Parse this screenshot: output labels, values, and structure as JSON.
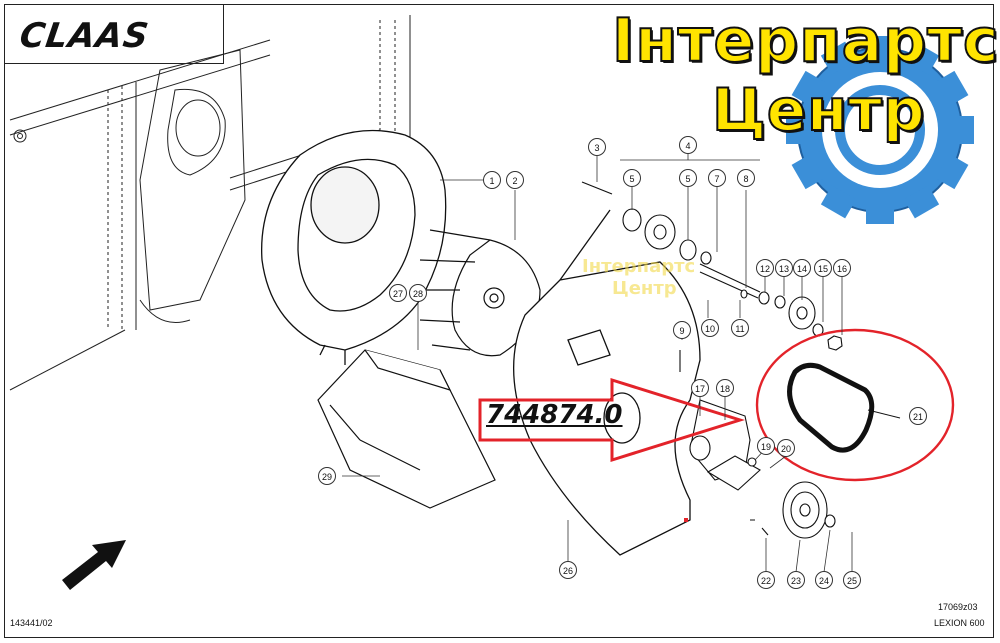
{
  "brand": "CLAAS",
  "watermark": {
    "line1": "Інтерпартс",
    "line2": "Центр",
    "colors": {
      "fill": "#ffe400",
      "gear": "#3b8fd8",
      "outline": "#111111"
    }
  },
  "part_number": "744874.0",
  "drawing_number": "143441/02",
  "figure_code": "17069z03",
  "model": "LEXION 600",
  "highlight_color": "#e3232a",
  "callouts": [
    "1",
    "2",
    "3",
    "4",
    "5",
    "5",
    "7",
    "8",
    "9",
    "10",
    "11",
    "12",
    "13",
    "14",
    "15",
    "16",
    "17",
    "18",
    "19",
    "20",
    "21",
    "22",
    "23",
    "24",
    "25",
    "26",
    "27",
    "28",
    "29"
  ]
}
